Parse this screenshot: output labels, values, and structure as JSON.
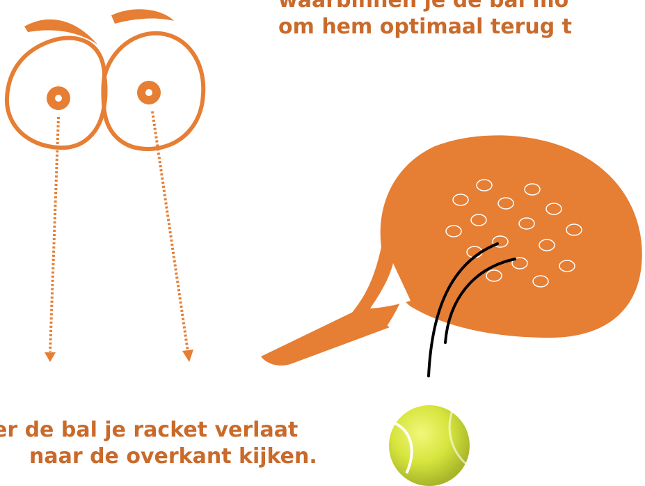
{
  "captions": {
    "top": {
      "line1": "waarbinnen je de bal mo",
      "line2": "om hem optimaal terug t"
    },
    "bottom": {
      "line1": "er de bal je racket verlaat",
      "line2": "naar de overkant kijken."
    }
  },
  "colors": {
    "accent": "#e67e34",
    "text": "#c96a2b",
    "ball": "#d8e84a",
    "stroke": "#000000"
  },
  "icons": {
    "eyes": "cartoon-eyes-icon",
    "racket": "padel-racket-icon",
    "ball": "tennis-ball-icon"
  }
}
